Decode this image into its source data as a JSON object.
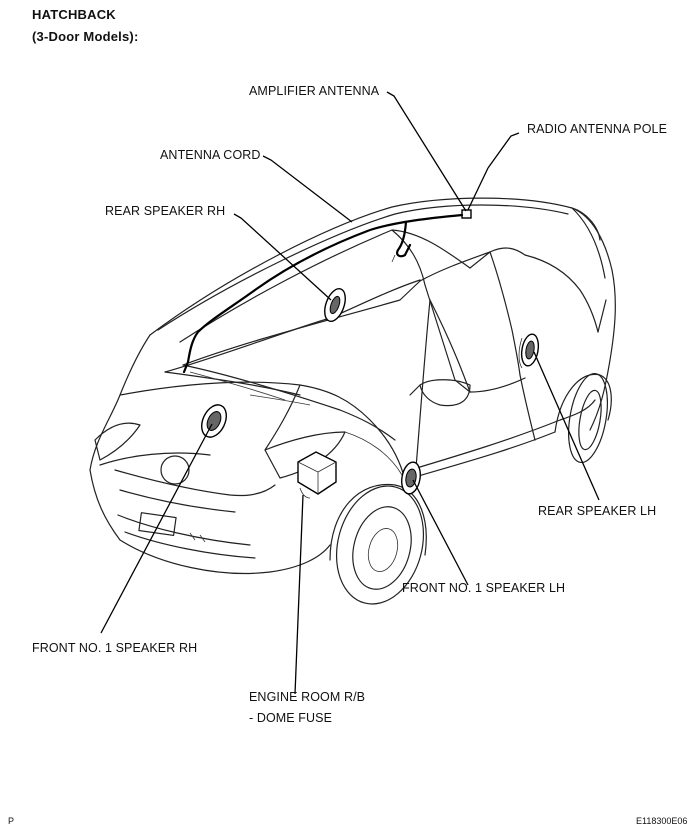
{
  "header": {
    "title": "HATCHBACK",
    "subtitle": "(3-Door Models):"
  },
  "labels": {
    "amplifier_antenna": "AMPLIFIER ANTENNA",
    "radio_antenna_pole": "RADIO ANTENNA POLE",
    "antenna_cord": "ANTENNA CORD",
    "rear_speaker_rh": "REAR SPEAKER RH",
    "rear_speaker_lh": "REAR SPEAKER LH",
    "front_speaker_lh": "FRONT NO. 1 SPEAKER LH",
    "front_speaker_rh": "FRONT NO. 1 SPEAKER RH",
    "engine_room_rb": "ENGINE ROOM R/B",
    "dome_fuse": "- DOME FUSE"
  },
  "footer": {
    "left_mark": "P",
    "figure_id": "E118300E06"
  }
}
